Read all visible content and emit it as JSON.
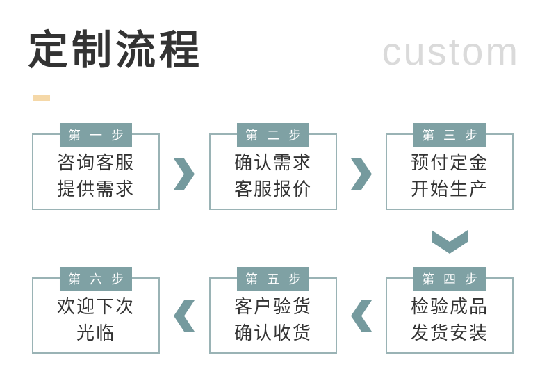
{
  "header": {
    "title": "定制流程",
    "watermark": "custom"
  },
  "colors": {
    "border_teal": "#9ab3b5",
    "badge_teal": "#7fa1a4",
    "arrow_teal": "#759a9e",
    "text_dark": "#333333",
    "watermark_gray": "#dadada",
    "dash_tan": "#f5d8a8"
  },
  "steps": [
    {
      "badge": "第 一 步",
      "line1": "咨询客服",
      "line2": "提供需求"
    },
    {
      "badge": "第 二 步",
      "line1": "确认需求",
      "line2": "客服报价"
    },
    {
      "badge": "第 三 步",
      "line1": "预付定金",
      "line2": "开始生产"
    },
    {
      "badge": "第 四 步",
      "line1": "检验成品",
      "line2": "发货安装"
    },
    {
      "badge": "第 五 步",
      "line1": "客户验货",
      "line2": "确认收货"
    },
    {
      "badge": "第 六 步",
      "line1": "欢迎下次",
      "line2": "光临"
    }
  ]
}
